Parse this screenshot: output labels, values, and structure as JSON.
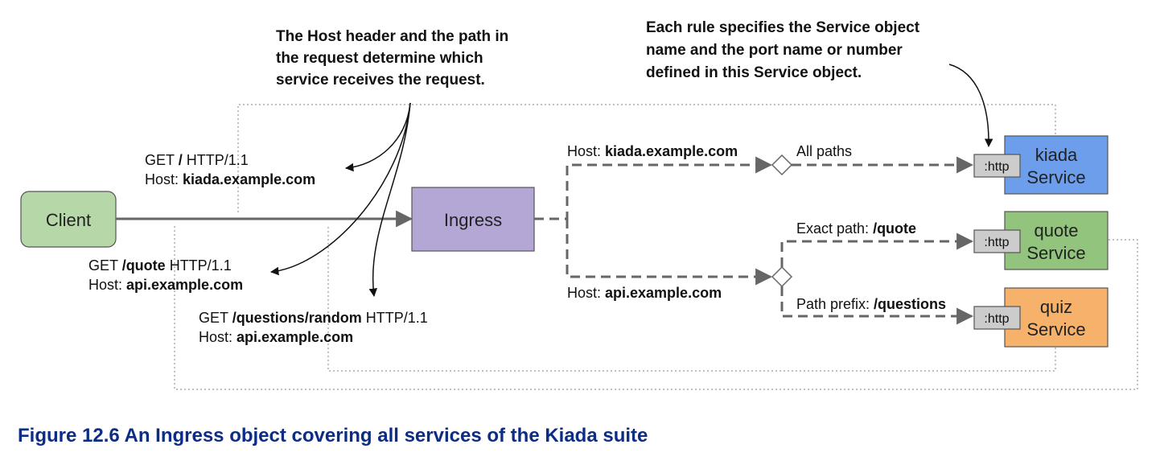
{
  "callouts": {
    "host_path_lines": [
      "The Host header and the path in",
      "the request determine which",
      "service receives the request."
    ],
    "rule_lines": [
      "Each rule specifies the Service object",
      "name and the port name or number",
      "defined in this Service object."
    ]
  },
  "requests": [
    {
      "method": "GET ",
      "path": "/",
      "proto": " HTTP/1.1",
      "host_label": "Host: ",
      "host": "kiada.example.com"
    },
    {
      "method": "GET ",
      "path": "/quote",
      "proto": " HTTP/1.1",
      "host_label": "Host: ",
      "host": "api.example.com"
    },
    {
      "method": "GET ",
      "path": "/questions/random",
      "proto": " HTTP/1.1",
      "host_label": "Host: ",
      "host": "api.example.com"
    }
  ],
  "nodes": {
    "client": "Client",
    "ingress": "Ingress"
  },
  "host_rules": [
    {
      "label": "Host: ",
      "host": "kiada.example.com"
    },
    {
      "label": "Host: ",
      "host": "api.example.com"
    }
  ],
  "path_rules": [
    {
      "prefix": "All paths",
      "path": ""
    },
    {
      "prefix": "Exact path: ",
      "path": "/quote"
    },
    {
      "prefix": "Path prefix: ",
      "path": "/questions"
    }
  ],
  "services": [
    {
      "name": "kiada",
      "suffix": "Service",
      "port": ":http",
      "color": "#6d9eeb"
    },
    {
      "name": "quote",
      "suffix": "Service",
      "port": ":http",
      "color": "#93c47d"
    },
    {
      "name": "quiz",
      "suffix": "Service",
      "port": ":http",
      "color": "#f6b26b"
    }
  ],
  "colors": {
    "client": "#b6d7a8",
    "ingress": "#b4a7d6",
    "port": "#cccccc",
    "caption": "#0c2d83"
  },
  "caption": "Figure 12.6 An Ingress object covering all services of the Kiada suite"
}
